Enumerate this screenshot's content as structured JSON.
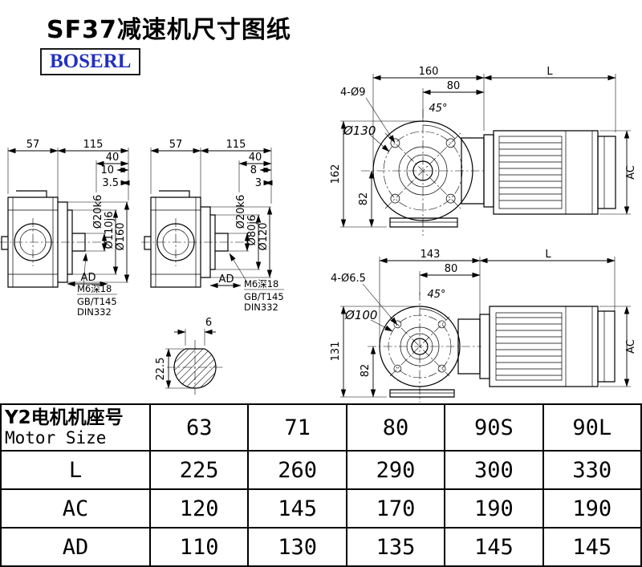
{
  "page": {
    "title": "SF37减速机尺寸图纸",
    "brand": "BOSERL"
  },
  "colors": {
    "brand_blue": "#2230c0",
    "line": "#000000"
  },
  "views": {
    "side_view_large": {
      "dim_57": "57",
      "dim_115": "115",
      "dim_40": "40",
      "dim_10": "10",
      "dim_3_5": "3.5",
      "shaft_dia": "Ø20k6",
      "spigot_dia": "Ø110j6",
      "flange_dia": "Ø160",
      "dim_ad": "AD",
      "note_line1": "M6深18",
      "note_line2": "GB/T145",
      "note_line3": "DIN332"
    },
    "side_view_small": {
      "dim_57": "57",
      "dim_115": "115",
      "dim_40": "40",
      "dim_8": "8",
      "dim_3": "3",
      "shaft_dia": "Ø20k6",
      "spigot_dia": "Ø80j6",
      "flange_dia": "Ø120",
      "dim_ad": "AD",
      "note_line1": "M6深18",
      "note_line2": "GB/T145",
      "note_line3": "DIN332"
    },
    "front_view_large": {
      "dim_160": "160",
      "dim_L": "L",
      "dim_80": "80",
      "dim_45": "45°",
      "holes": "4-Ø9",
      "bolt_circle": "Ø130",
      "dim_162": "162",
      "dim_82": "82",
      "dim_AC": "AC"
    },
    "front_view_small": {
      "dim_143": "143",
      "dim_L": "L",
      "dim_80": "80",
      "dim_45": "45°",
      "holes": "4-Ø6.5",
      "bolt_circle": "Ø100",
      "dim_131": "131",
      "dim_82": "82",
      "dim_AC": "AC"
    },
    "shaft_section": {
      "dim_6": "6",
      "dim_22_5": "22.5"
    }
  },
  "table": {
    "header": {
      "line1": "Y2电机机座号",
      "line2": "Motor Size"
    },
    "sizes": [
      "63",
      "71",
      "80",
      "90S",
      "90L"
    ],
    "rows": [
      {
        "label": "L",
        "values": [
          "225",
          "260",
          "290",
          "300",
          "330"
        ]
      },
      {
        "label": "AC",
        "values": [
          "120",
          "145",
          "170",
          "190",
          "190"
        ]
      },
      {
        "label": "AD",
        "values": [
          "110",
          "130",
          "135",
          "145",
          "145"
        ]
      }
    ]
  }
}
